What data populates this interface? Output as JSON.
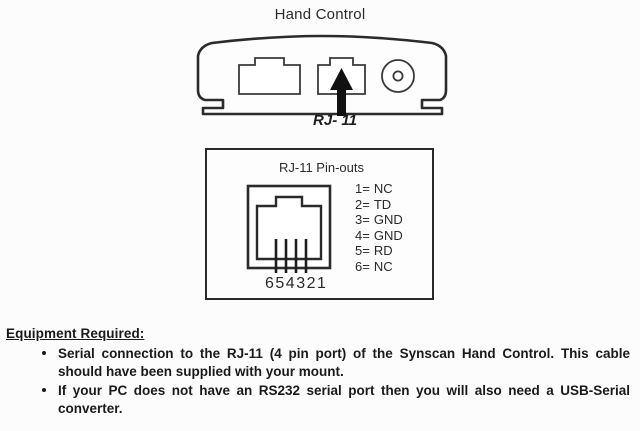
{
  "figure": {
    "title": "Hand Control",
    "callout_label": "RJ- 11",
    "device": {
      "port_left_name": "rj45-jack",
      "port_center_name": "rj11-jack",
      "port_right_name": "power-barrel-connector"
    }
  },
  "pinout": {
    "heading": "RJ-11 Pin-outs",
    "pin_numbers_label": "654321",
    "pin_number_labels": [
      "6",
      "5",
      "4",
      "3",
      "2",
      "1"
    ],
    "legend": [
      {
        "num": "1=",
        "name": "NC"
      },
      {
        "num": "2=",
        "name": "TD"
      },
      {
        "num": "3=",
        "name": "GND"
      },
      {
        "num": "4=",
        "name": "GND"
      },
      {
        "num": "5=",
        "name": "RD"
      },
      {
        "num": "6=",
        "name": "NC"
      }
    ]
  },
  "equipment": {
    "heading": "Equipment Required:",
    "items": [
      "Serial connection to the RJ-11 (4 pin port) of the Synscan Hand Control. This cable should have been supplied with your mount.",
      "If your PC does not have an RS232 serial port then you will also need a USB-Serial converter."
    ]
  },
  "colors": {
    "ink": "#1a1a1a",
    "outline": "#2a2a2a",
    "page": "#fcfcfc"
  }
}
